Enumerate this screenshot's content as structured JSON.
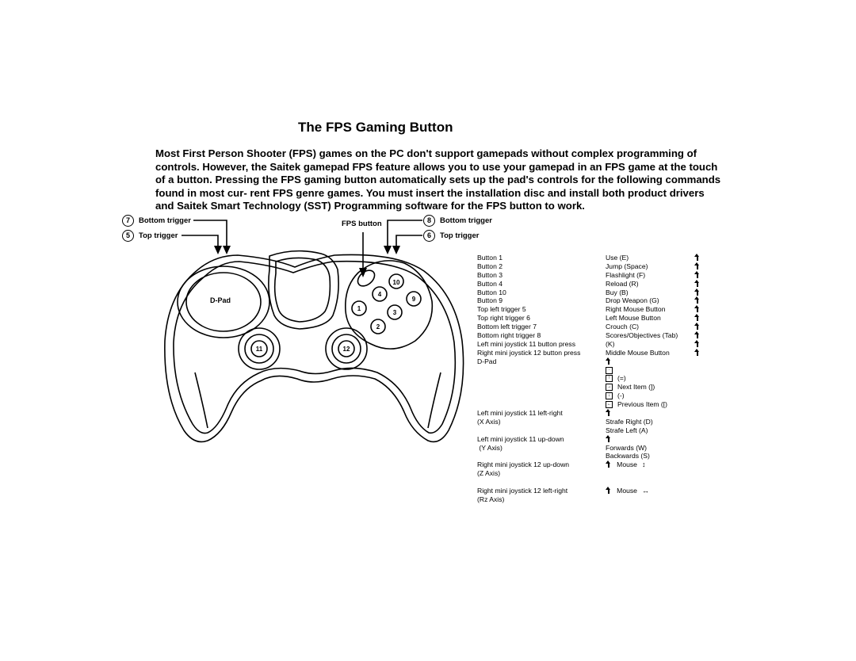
{
  "title": "The FPS Gaming Button",
  "intro": "Most First Person Shooter (FPS) games on the PC don't support gamepads without complex programming of controls. However, the Saitek gamepad FPS feature allows you to use your gamepad in an FPS game at the touch of a button. Pressing the FPS gaming button automatically sets up the pad's controls for the following commands found in most cur- rent FPS genre games. You must insert the installation disc and install both product drivers and Saitek Smart Technology (SST) Programming software for the FPS button to work.",
  "callouts": {
    "left_bottom": {
      "num": "7",
      "label": "Bottom trigger"
    },
    "left_top": {
      "num": "5",
      "label": "Top trigger"
    },
    "fps": {
      "label": "FPS button"
    },
    "right_bottom": {
      "num": "8",
      "label": "Bottom trigger"
    },
    "right_top": {
      "num": "6",
      "label": "Top trigger"
    }
  },
  "pad": {
    "dpad": "D-Pad",
    "b1": "1",
    "b2": "2",
    "b3": "3",
    "b4": "4",
    "b9": "9",
    "b10": "10",
    "b11": "11",
    "b12": "12"
  },
  "table": {
    "rows": [
      {
        "control": "Button 1",
        "command": "Use (E)",
        "arrow": true
      },
      {
        "control": "Button 2",
        "command": "Jump (Space)",
        "arrow": true
      },
      {
        "control": "Button 3",
        "command": "Flashlight (F)",
        "arrow": true
      },
      {
        "control": "Button 4",
        "command": "Reload (R)",
        "arrow": true
      },
      {
        "control": "Button 10",
        "command": "Buy (B)",
        "arrow": true
      },
      {
        "control": "Button 9",
        "command": "Drop Weapon (G)",
        "arrow": true
      },
      {
        "control": "Top left trigger 5",
        "command": "Right Mouse Button",
        "arrow": true
      },
      {
        "control": "Top right trigger 6",
        "command": "Left Mouse Button",
        "arrow": true
      },
      {
        "control": "Bottom left trigger 7",
        "command": "Crouch (C)",
        "arrow": true
      },
      {
        "control": "Bottom right trigger 8",
        "command": "Scores/Objectives (Tab)",
        "arrow": true
      },
      {
        "control": "Left mini joystick 11 button press",
        "command": "(K)",
        "arrow": true
      },
      {
        "control": "Right mini joystick 12 button press",
        "command": "Middle Mouse Button",
        "arrow": true
      }
    ],
    "dpad_label": "D-Pad",
    "dpad_items": [
      {
        "text": "(=)"
      },
      {
        "text": "Next Item (])"
      },
      {
        "text": "(-)"
      },
      {
        "text": "Previous Item ([)"
      }
    ],
    "lx_label": "Left mini joystick 11 left-right",
    "lx_axis": "(X Axis)",
    "lx_cmd1": "Strafe Right (D)",
    "lx_cmd2": "Strafe Left (A)",
    "ly_label": "Left mini joystick 11 up-down",
    "ly_axis": " (Y Axis)",
    "ly_cmd1": "Forwards (W)",
    "ly_cmd2": "Backwards (S)",
    "rz_label": "Right mini joystick 12 up-down",
    "rz_axis": "(Z Axis)",
    "rz_cmd": "Mouse",
    "rz_sym": "↕",
    "rx_label": "Right mini joystick 12 left-right",
    "rx_axis": "(Rz Axis)",
    "rx_cmd": "Mouse",
    "rx_sym": "↔"
  }
}
